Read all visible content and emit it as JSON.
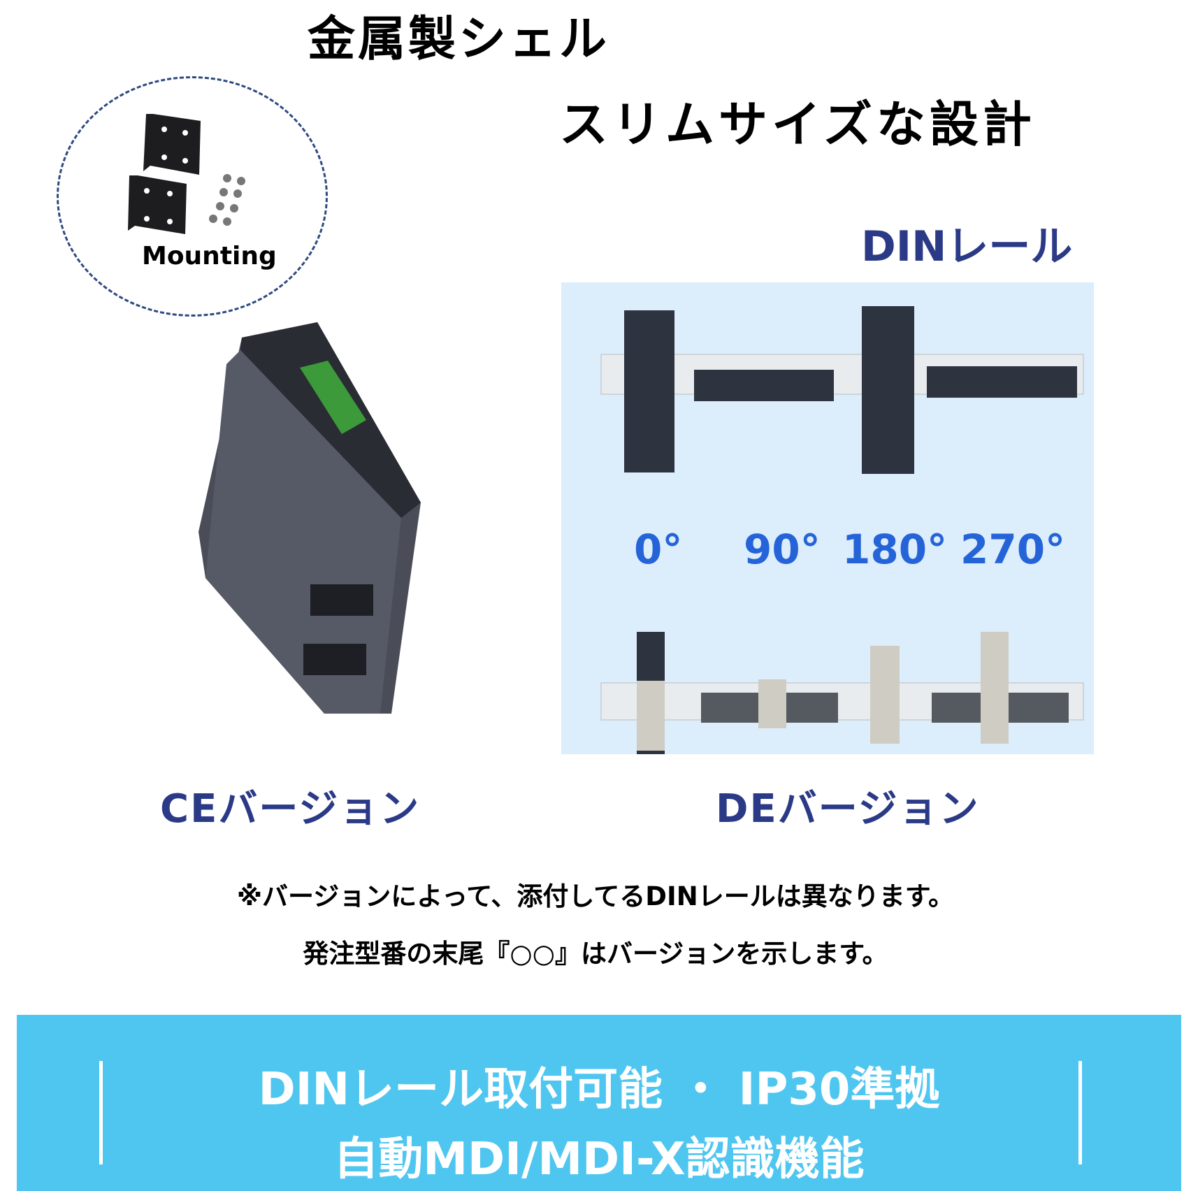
{
  "title_metal_shell": "金属製シェル",
  "title_slim": "スリムサイズな設計",
  "mounting_label": "Mounting",
  "din_rail_title": "DINレール",
  "din_diagram": {
    "angles": [
      "0°",
      "90°",
      "180°",
      "270°"
    ]
  },
  "versions": {
    "ce": "CEバージョン",
    "de": "DEバージョン"
  },
  "notes": [
    "※バージョンによって、添付してるDINレールは異なります。",
    "発注型番の末尾『○○』はバージョンを示します。"
  ],
  "banner": {
    "line1": "DINレール取付可能 ・ IP30準拠",
    "line2": "自動MDI/MDI-X認識機能"
  },
  "colors": {
    "navy": "#2b3a86",
    "banner": "#4fc6f0",
    "angle": "#2563d8"
  }
}
